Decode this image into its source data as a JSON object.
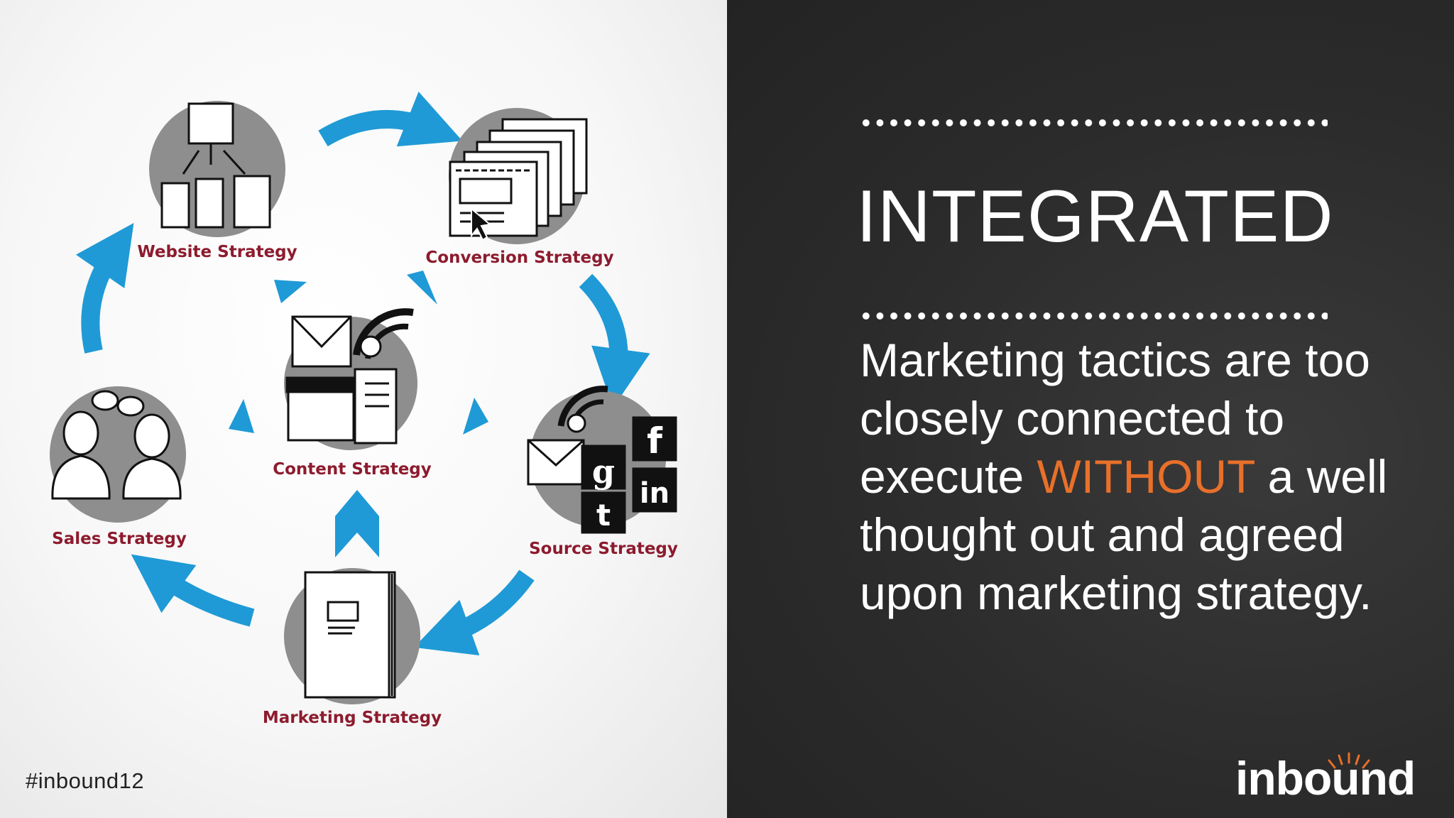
{
  "diagram": {
    "nodes": [
      {
        "label": "Website Strategy",
        "icon": "sitemap-icon"
      },
      {
        "label": "Conversion Strategy",
        "icon": "landing-pages-icon"
      },
      {
        "label": "Content Strategy",
        "icon": "content-media-icon"
      },
      {
        "label": "Sales Strategy",
        "icon": "people-talking-icon"
      },
      {
        "label": "Source Strategy",
        "icon": "social-channels-icon"
      },
      {
        "label": "Marketing Strategy",
        "icon": "book-icon"
      }
    ],
    "arrow_color": "#1f9ad6",
    "node_circle_color": "#8e8e8e",
    "label_color": "#8d1b2e"
  },
  "footer": {
    "hashtag": "#inbound12"
  },
  "slide": {
    "title": "INTEGRATED",
    "body_before": "Marketing tactics are too closely connected to execute ",
    "body_emphasis": "WITHOUT",
    "body_after": " a well thought out and agreed upon marketing strategy.",
    "emphasis_color": "#e8702a"
  },
  "logo": {
    "text": "inbound",
    "accent_color": "#e8702a"
  }
}
